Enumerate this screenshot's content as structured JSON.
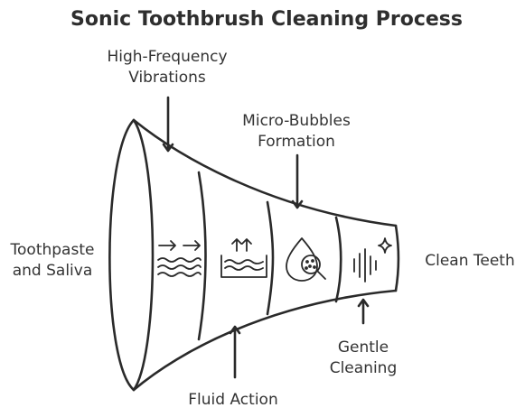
{
  "title": "Sonic Toothbrush Cleaning Process",
  "labels": {
    "high_frequency": [
      "High-Frequency",
      "Vibrations"
    ],
    "micro_bubbles": [
      "Micro-Bubbles",
      "Formation"
    ],
    "toothpaste": [
      "Toothpaste",
      "and Saliva"
    ],
    "clean_teeth": "Clean Teeth",
    "gentle_cleaning": [
      "Gentle",
      "Cleaning"
    ],
    "fluid_action": "Fluid Action"
  },
  "stages": [
    {
      "name": "Toothpaste and Saliva",
      "icon": "waves-arrows-icon"
    },
    {
      "name": "Fluid Action",
      "icon": "heated-fluid-icon"
    },
    {
      "name": "Micro-Bubbles Formation",
      "icon": "bubbles-magnifier-icon"
    },
    {
      "name": "Gentle Cleaning",
      "icon": "sound-wave-sparkle-icon"
    }
  ]
}
